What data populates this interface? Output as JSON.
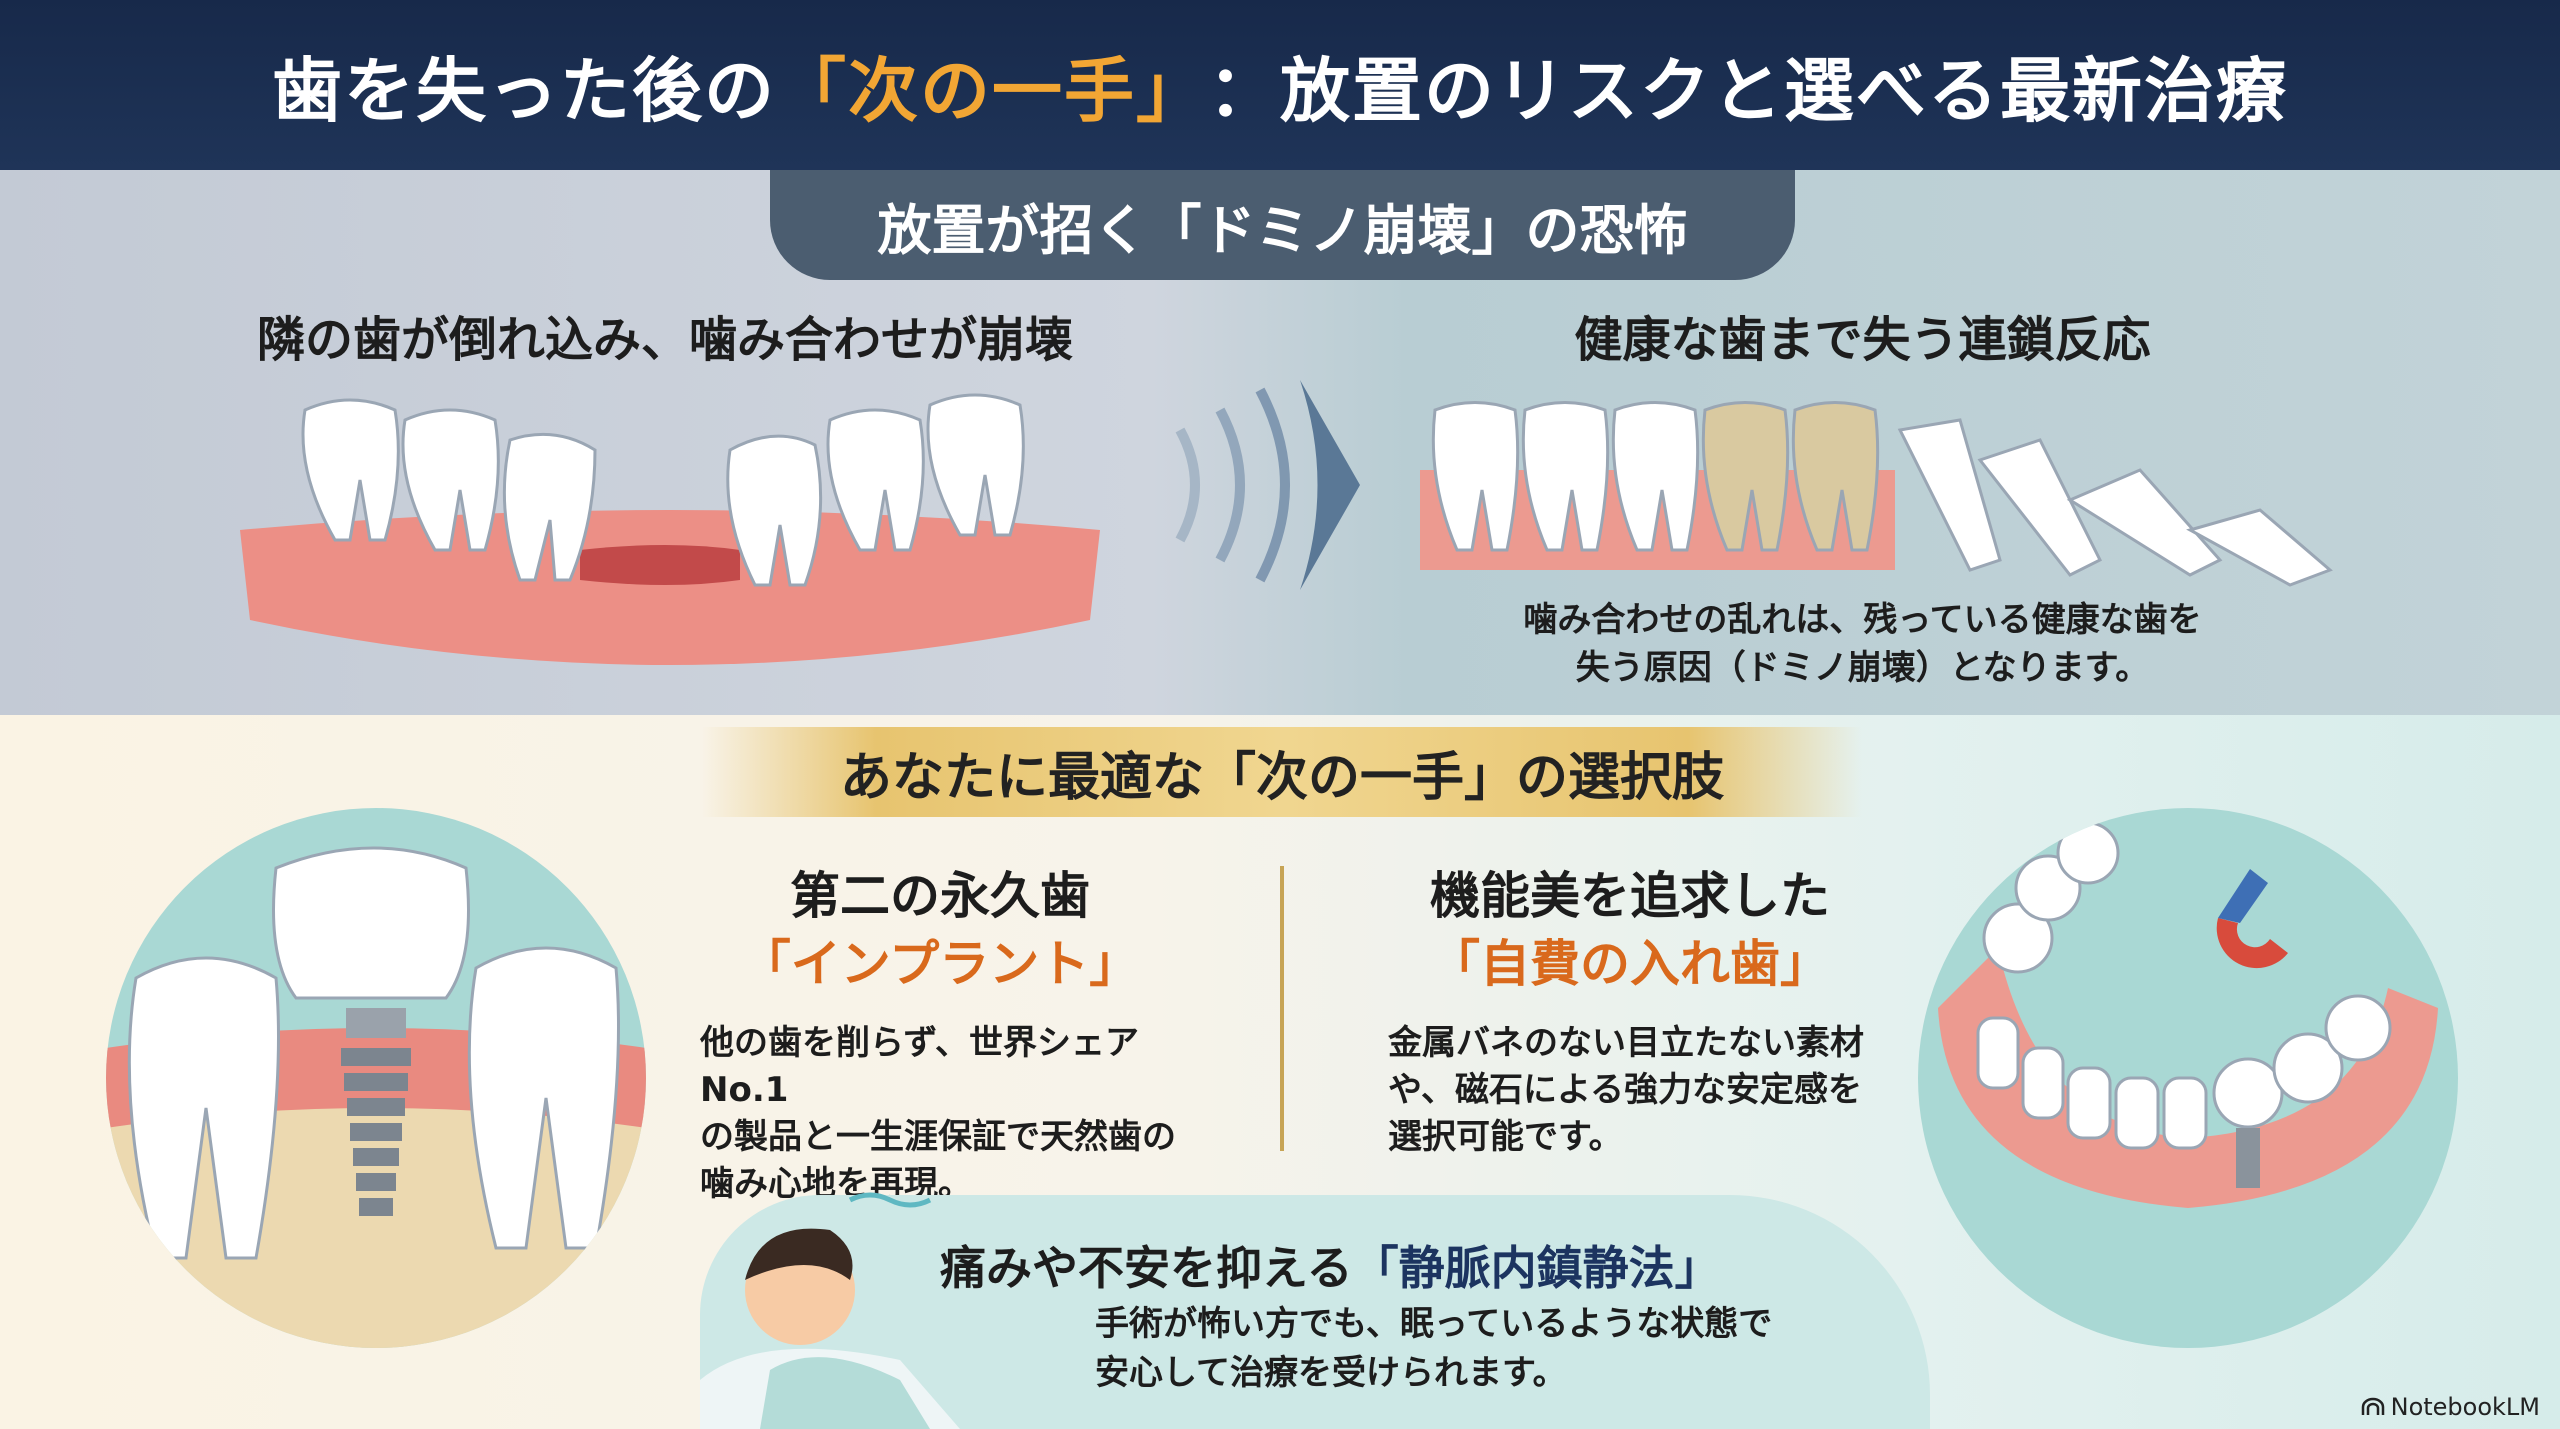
{
  "title": {
    "pre": "歯を失った後の",
    "highlight": "「次の一手」",
    "post": "：放置のリスクと選べる最新治療"
  },
  "risk": {
    "banner": "放置が招く「ドミノ崩壊」の恐怖",
    "left_heading": "隣の歯が倒れ込み、噛み合わせが崩壊",
    "right_heading": "健康な歯まで失う連鎖反応",
    "caption": [
      "噛み合わせの乱れは、残っている健康な歯を",
      "失う原因（ドミノ崩壊）となります。"
    ]
  },
  "options": {
    "banner": "あなたに最適な「次の一手」の選択肢",
    "implant": {
      "heading": "第二の永久歯",
      "name": "「インプラント」",
      "body": [
        "他の歯を削らず、世界シェアNo.1",
        "の製品と一生涯保証で天然歯の",
        "噛み心地を再現。"
      ]
    },
    "denture": {
      "heading": "機能美を追求した",
      "name": "「自費の入れ歯」",
      "body": [
        "金属バネのない目立たない素材",
        "や、磁石による強力な安定感を",
        "選択可能です。"
      ]
    },
    "sedation": {
      "title_pre": "痛みや不安を抑える",
      "title_highlight": "「静脈内鎮静法」",
      "body": [
        "手術が怖い方でも、眠っているような状態で",
        "安心して治療を受けられます。"
      ]
    }
  },
  "brand": "NotebookLM",
  "colors": {
    "navy": "#17294a",
    "accent_orange": "#d9691c",
    "gold": "#e7c46f",
    "slate": "#4b5d70"
  }
}
